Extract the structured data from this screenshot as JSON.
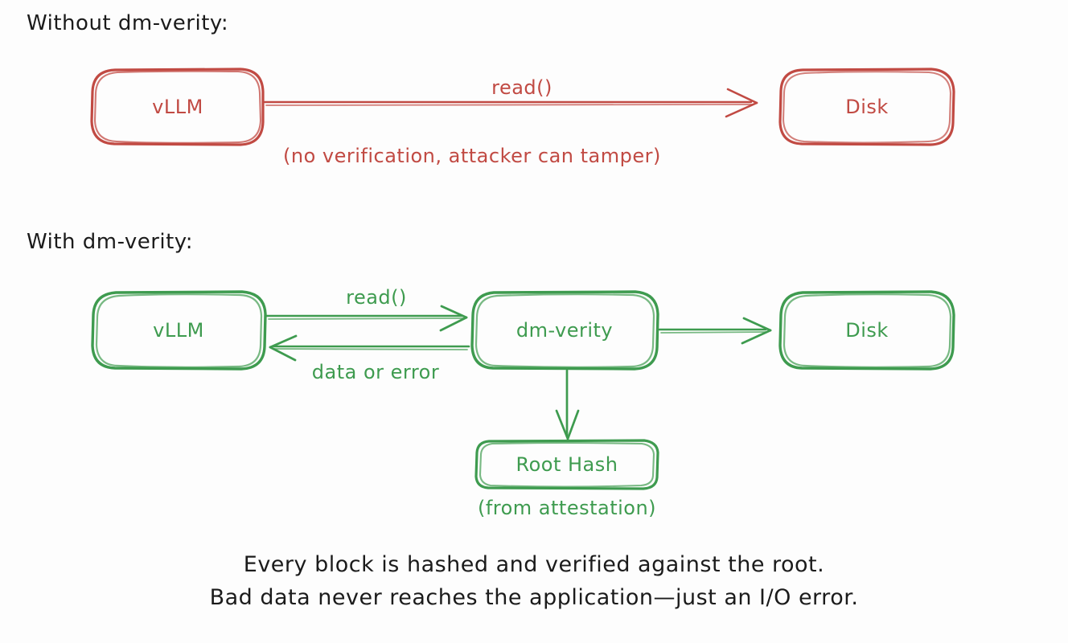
{
  "diagram": {
    "title_without": "Without dm-verity:",
    "title_with": "With dm-verity:",
    "colors": {
      "red": "#c14a43",
      "green": "#3e9b4f",
      "ink": "#1b1b1b",
      "background": "#fdfdfd"
    },
    "sections": [
      {
        "id": "without-dm-verity",
        "heading": "Without dm-verity:",
        "color": "#c14a43",
        "nodes": [
          {
            "id": "vllm-red",
            "label": "vLLM"
          },
          {
            "id": "disk-red",
            "label": "Disk"
          }
        ],
        "edges": [
          {
            "id": "read-red",
            "from": "vLLM",
            "to": "Disk",
            "label": "read()"
          }
        ],
        "notes": [
          {
            "id": "no-verification-note",
            "text": "(no verification, attacker can tamper)"
          }
        ]
      },
      {
        "id": "with-dm-verity",
        "heading": "With dm-verity:",
        "color": "#3e9b4f",
        "nodes": [
          {
            "id": "vllm-green",
            "label": "vLLM"
          },
          {
            "id": "dm-verity",
            "label": "dm-verity"
          },
          {
            "id": "disk-green",
            "label": "Disk"
          },
          {
            "id": "root-hash",
            "label": "Root Hash"
          }
        ],
        "edges": [
          {
            "id": "read-green",
            "from": "vLLM",
            "to": "dm-verity",
            "label": "read()"
          },
          {
            "id": "data-or-error",
            "from": "dm-verity",
            "to": "vLLM",
            "label": "data or error"
          },
          {
            "id": "dmverity-to-disk",
            "from": "dm-verity",
            "to": "Disk",
            "label": ""
          },
          {
            "id": "dmverity-to-roothash",
            "from": "dm-verity",
            "to": "Root Hash",
            "label": ""
          }
        ],
        "notes": [
          {
            "id": "from-attestation-note",
            "text": "(from attestation)"
          }
        ]
      }
    ],
    "caption": {
      "line1": "Every block is hashed and verified against the root.",
      "line2": "Bad data never reaches the application—just an I/O error."
    }
  }
}
